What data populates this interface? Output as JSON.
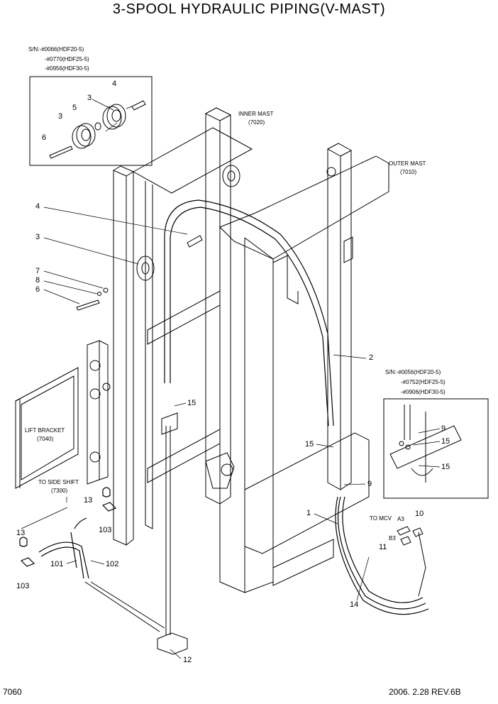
{
  "title": "3-SPOOL HYDRAULIC PIPING(V-MAST)",
  "serial_top": [
    "S/N:-#0066(HDF20-5)",
    "-#0770(HDF25-5)",
    "-#0956(HDF30-5)"
  ],
  "serial_right": [
    "S/N:-#0056(HDF20-5)",
    "-#0752(HDF25-5)",
    "-#0906(HDF30-5)"
  ],
  "inner_mast": [
    "INNER MAST",
    "(7020)"
  ],
  "outer_mast": [
    "OUTER MAST",
    "(7010)"
  ],
  "lift_bracket": [
    "LIFT BRACKET",
    "(7040)"
  ],
  "side_shift": [
    "TO SIDE SHIFT",
    "(7300)"
  ],
  "to_mcv": "TO MCV",
  "ports": {
    "a3": "A3",
    "b3": "B3"
  },
  "callouts": {
    "n1": "1",
    "n2": "2",
    "n3a": "3",
    "n3b": "3",
    "n3c": "3",
    "n4a": "4",
    "n4b": "4",
    "n5": "5",
    "n6a": "6",
    "n6b": "6",
    "n7": "7",
    "n8": "8",
    "n9a": "9",
    "n9b": "9",
    "n10": "10",
    "n11": "11",
    "n12": "12",
    "n13a": "13",
    "n13b": "13",
    "n14": "14",
    "n15a": "15",
    "n15b": "15",
    "n15c": "15",
    "n15d": "15",
    "n101": "101",
    "n102": "102",
    "n103a": "103",
    "n103b": "103"
  },
  "footer": {
    "page": "7060",
    "date_rev": "2006. 2.28  REV.6B"
  }
}
